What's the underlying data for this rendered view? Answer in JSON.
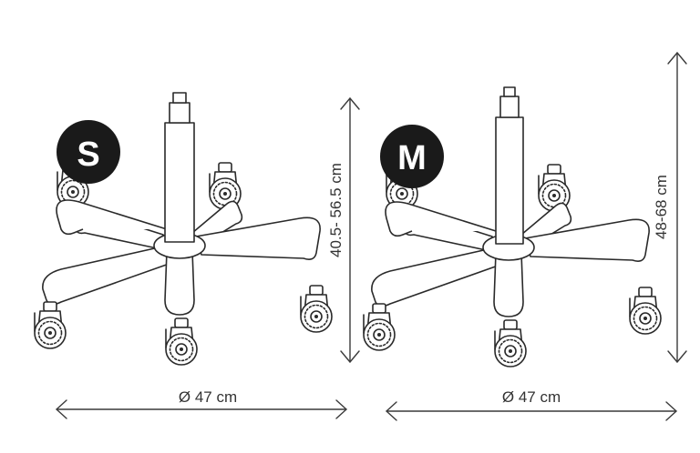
{
  "stools": [
    {
      "size_badge": "S",
      "height_label": "40.5- 56.5 cm",
      "diameter_label": "Ø 47 cm"
    },
    {
      "size_badge": "M",
      "height_label": "48-68 cm",
      "diameter_label": "Ø 47 cm"
    }
  ],
  "colors": {
    "badge": "#1a1a1a",
    "line": "#2a2a2a",
    "background": "#ffffff"
  }
}
